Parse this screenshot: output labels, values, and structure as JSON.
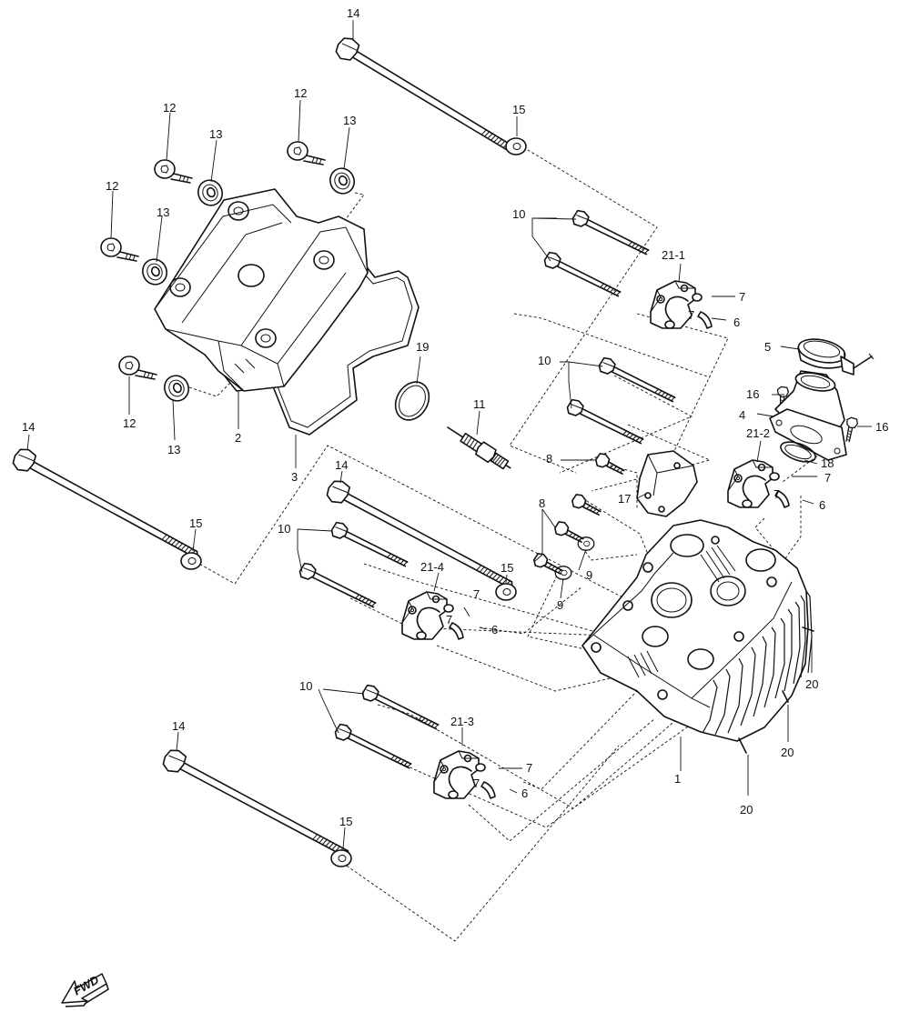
{
  "fwd_label": "FWD",
  "callouts": {
    "c1": "1",
    "c2": "2",
    "c3": "3",
    "c4": "4",
    "c5": "5",
    "c6a": "6",
    "c6b": "6",
    "c6c": "6",
    "c6d": "6",
    "c7a": "7",
    "c7b": "7",
    "c7c": "7",
    "c7d": "7",
    "c7e": "7",
    "c7f": "7",
    "c7g": "7",
    "c7h": "7",
    "c8a": "8",
    "c8b": "8",
    "c9a": "9",
    "c9b": "9",
    "c10a": "10",
    "c10b": "10",
    "c10c": "10",
    "c10d": "10",
    "c11": "11",
    "c12a": "12",
    "c12b": "12",
    "c12c": "12",
    "c12d": "12",
    "c13a": "13",
    "c13b": "13",
    "c13c": "13",
    "c13d": "13",
    "c14a": "14",
    "c14b": "14",
    "c14c": "14",
    "c14d": "14",
    "c15a": "15",
    "c15b": "15",
    "c15c": "15",
    "c15d": "15",
    "c16a": "16",
    "c16b": "16",
    "c17": "17",
    "c18": "18",
    "c19": "19",
    "c20a": "20",
    "c20b": "20",
    "c20c": "20",
    "c21_1": "21-1",
    "c21_2": "21-2",
    "c21_3": "21-3",
    "c21_4": "21-4"
  }
}
